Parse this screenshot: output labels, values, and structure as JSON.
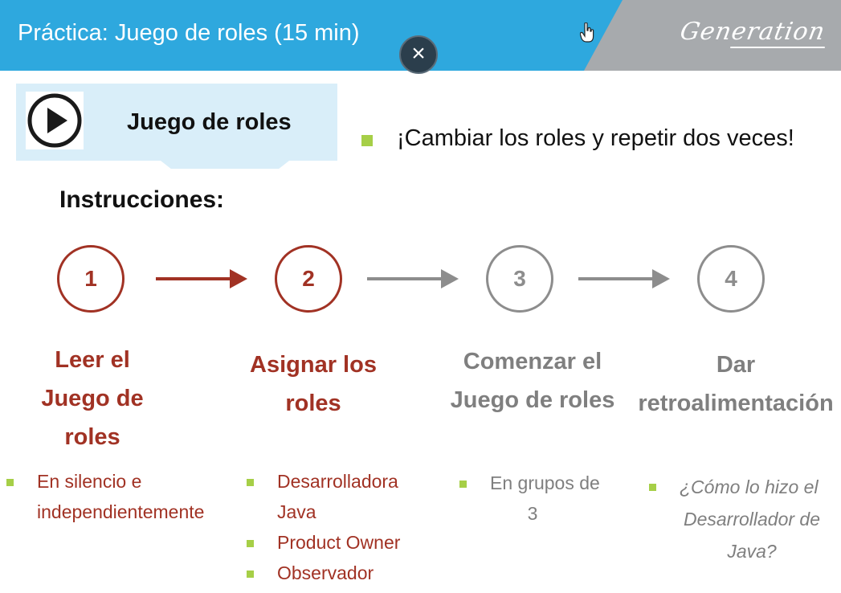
{
  "header": {
    "title": "Práctica: Juego de roles (15 min)",
    "brand": "Generation",
    "close_symbol": "×",
    "color": "#2ea8de"
  },
  "play_card": {
    "icon": "play-circle-icon",
    "label": "Juego de roles"
  },
  "top_bullet": "¡Cambiar los roles y repetir dos veces!",
  "instructions_heading": "Instrucciones:",
  "steps": [
    {
      "number": "1",
      "title_lines": [
        "Leer el",
        "Juego de",
        "roles"
      ],
      "color": "#a13224",
      "bullets": [
        "En silencio e",
        "independientemente"
      ]
    },
    {
      "number": "2",
      "title_lines": [
        "Asignar los",
        "roles"
      ],
      "color": "#a13224",
      "bullets": [
        "Desarrolladora",
        "Java",
        "Product Owner",
        "Observador"
      ]
    },
    {
      "number": "3",
      "title_lines": [
        "Comenzar el",
        "Juego de roles"
      ],
      "color": "#8d8d8d",
      "bullets": [
        "En grupos de",
        "3"
      ]
    },
    {
      "number": "4",
      "title_lines": [
        "Dar",
        "retroalimentación"
      ],
      "color": "#8d8d8d",
      "bullets": [
        "¿Cómo lo hizo el",
        "Desarrollador de",
        "Java?"
      ]
    }
  ],
  "bullet_color": "#a6cf47"
}
